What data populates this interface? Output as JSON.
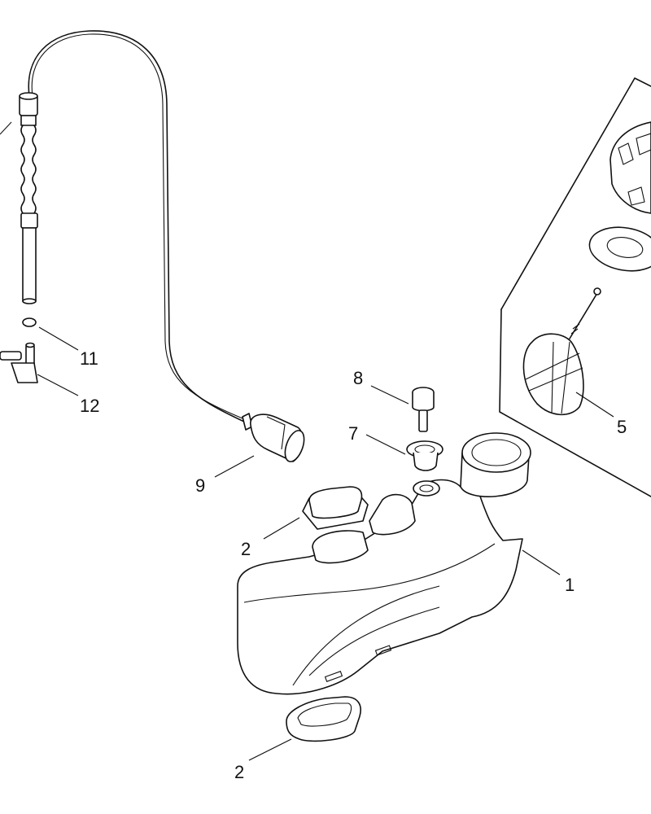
{
  "diagram": {
    "callouts": [
      {
        "id": "c1",
        "label": "1"
      },
      {
        "id": "c2a",
        "label": "2"
      },
      {
        "id": "c2b",
        "label": "2"
      },
      {
        "id": "c5",
        "label": "5"
      },
      {
        "id": "c7",
        "label": "7"
      },
      {
        "id": "c8",
        "label": "8"
      },
      {
        "id": "c9",
        "label": "9"
      },
      {
        "id": "c11",
        "label": "11"
      },
      {
        "id": "c12",
        "label": "12"
      }
    ]
  }
}
